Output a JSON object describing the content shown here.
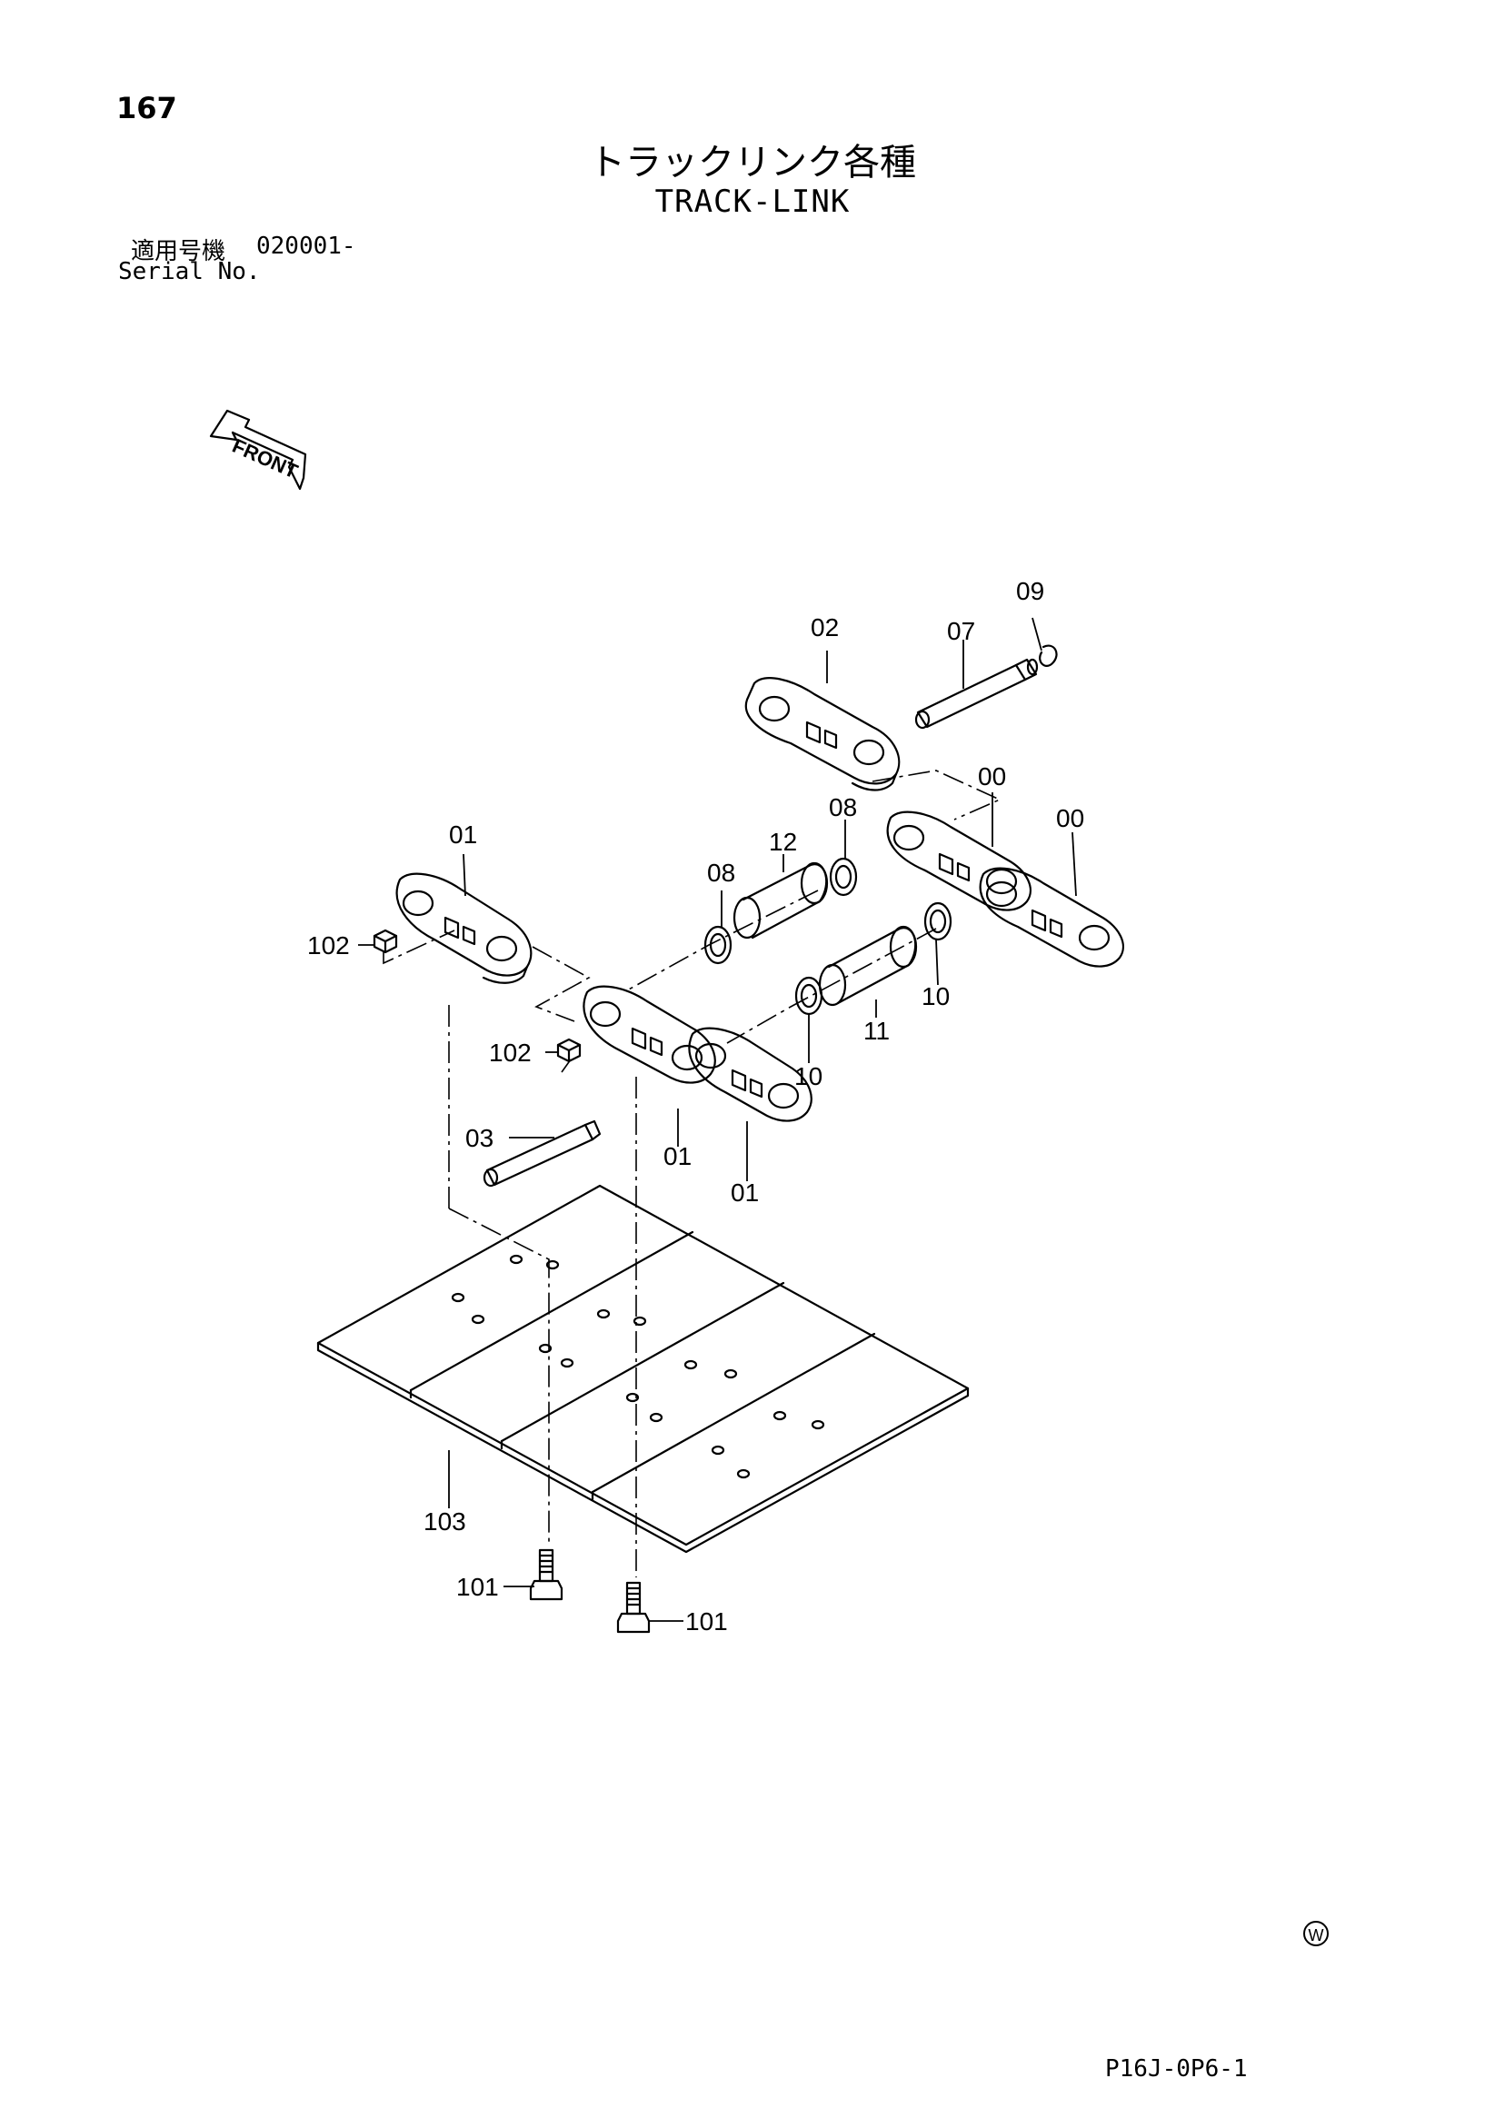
{
  "page_number": "167",
  "title_ja": "トラックリンク各種",
  "title_en": "TRACK-LINK",
  "serial": {
    "label_ja": "適用号機",
    "value": "020001-",
    "label_en": "Serial No."
  },
  "front_arrow_label": "FRONT",
  "watermark_symbol": "W",
  "drawing_code": "P16J-0P6-1",
  "callouts": [
    {
      "id": "09",
      "label": "09"
    },
    {
      "id": "02",
      "label": "02"
    },
    {
      "id": "07",
      "label": "07"
    },
    {
      "id": "00a",
      "label": "00"
    },
    {
      "id": "00b",
      "label": "00"
    },
    {
      "id": "08a",
      "label": "08"
    },
    {
      "id": "01a",
      "label": "01"
    },
    {
      "id": "12",
      "label": "12"
    },
    {
      "id": "08b",
      "label": "08"
    },
    {
      "id": "102a",
      "label": "102"
    },
    {
      "id": "10a",
      "label": "10"
    },
    {
      "id": "11",
      "label": "11"
    },
    {
      "id": "102b",
      "label": "102"
    },
    {
      "id": "10b",
      "label": "10"
    },
    {
      "id": "03",
      "label": "03"
    },
    {
      "id": "01b",
      "label": "01"
    },
    {
      "id": "01c",
      "label": "01"
    },
    {
      "id": "103",
      "label": "103"
    },
    {
      "id": "101a",
      "label": "101"
    },
    {
      "id": "101b",
      "label": "101"
    }
  ]
}
